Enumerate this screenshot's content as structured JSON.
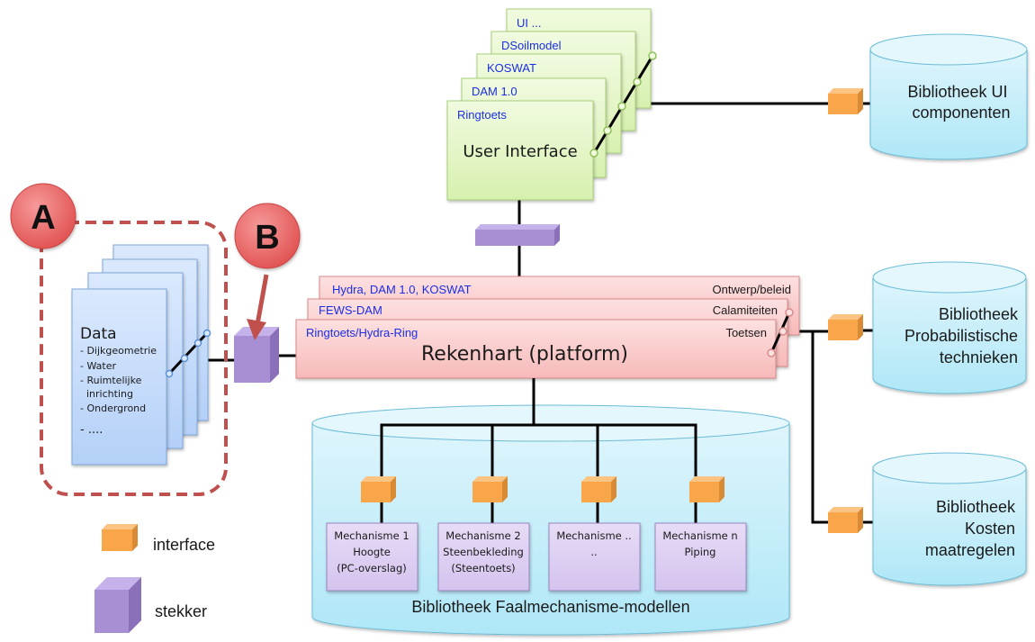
{
  "markers": {
    "a": "A",
    "b": "B"
  },
  "ui_stack": {
    "title": "User Interface",
    "layers": [
      "UI ...",
      "DSoilmodel",
      "KOSWAT",
      "DAM 1.0",
      "Ringtoets"
    ]
  },
  "data_stack": {
    "title": "Data",
    "items": [
      "- Dijkgeometrie",
      "- Water",
      "- Ruimtelijke",
      "  inrichting",
      "- Ondergrond",
      "- ...."
    ]
  },
  "rekenhart": {
    "title": "Rekenhart (platform)",
    "layers": [
      {
        "left": "Hydra, DAM 1.0, KOSWAT",
        "right": "Ontwerp/beleid"
      },
      {
        "left": "FEWS-DAM",
        "right": "Calamiteiten"
      },
      {
        "left": "Ringtoets/Hydra-Ring",
        "right": "Toetsen"
      }
    ]
  },
  "libraries": {
    "ui": [
      "Bibliotheek UI",
      "componenten"
    ],
    "prob": [
      "Bibliotheek",
      "Probabilistische",
      "technieken"
    ],
    "kosten": [
      "Bibliotheek",
      "Kosten",
      "maatregelen"
    ],
    "faal": "Bibliotheek Faalmechanisme-modellen"
  },
  "mechanisms": [
    {
      "lines": [
        "Mechanisme 1",
        "Hoogte",
        "(PC-overslag)"
      ]
    },
    {
      "lines": [
        "Mechanisme 2",
        "Steenbekleding",
        "(Steentoets)"
      ]
    },
    {
      "lines": [
        "Mechanisme ..",
        ".."
      ]
    },
    {
      "lines": [
        "Mechanisme n",
        "Piping"
      ]
    }
  ],
  "legend": {
    "interface": "interface",
    "stekker": "stekker"
  },
  "colors": {
    "ui_fill": "#e2f5c4",
    "ui_stroke": "#a9cf7a",
    "data_fill": "#c6dcfb",
    "data_stroke": "#7fa8d8",
    "rek_fill": "#f9c9c9",
    "rek_stroke": "#d98a8a",
    "cyl_fill": "#c4ecf8",
    "cyl_stroke": "#6cbcd6",
    "mech_fill": "#dcccf0",
    "mech_stroke": "#9a86bf",
    "interface": "#f9a54a",
    "stekker": "#a88fd4",
    "marker": "#e86060",
    "dash": "#c0504d"
  }
}
